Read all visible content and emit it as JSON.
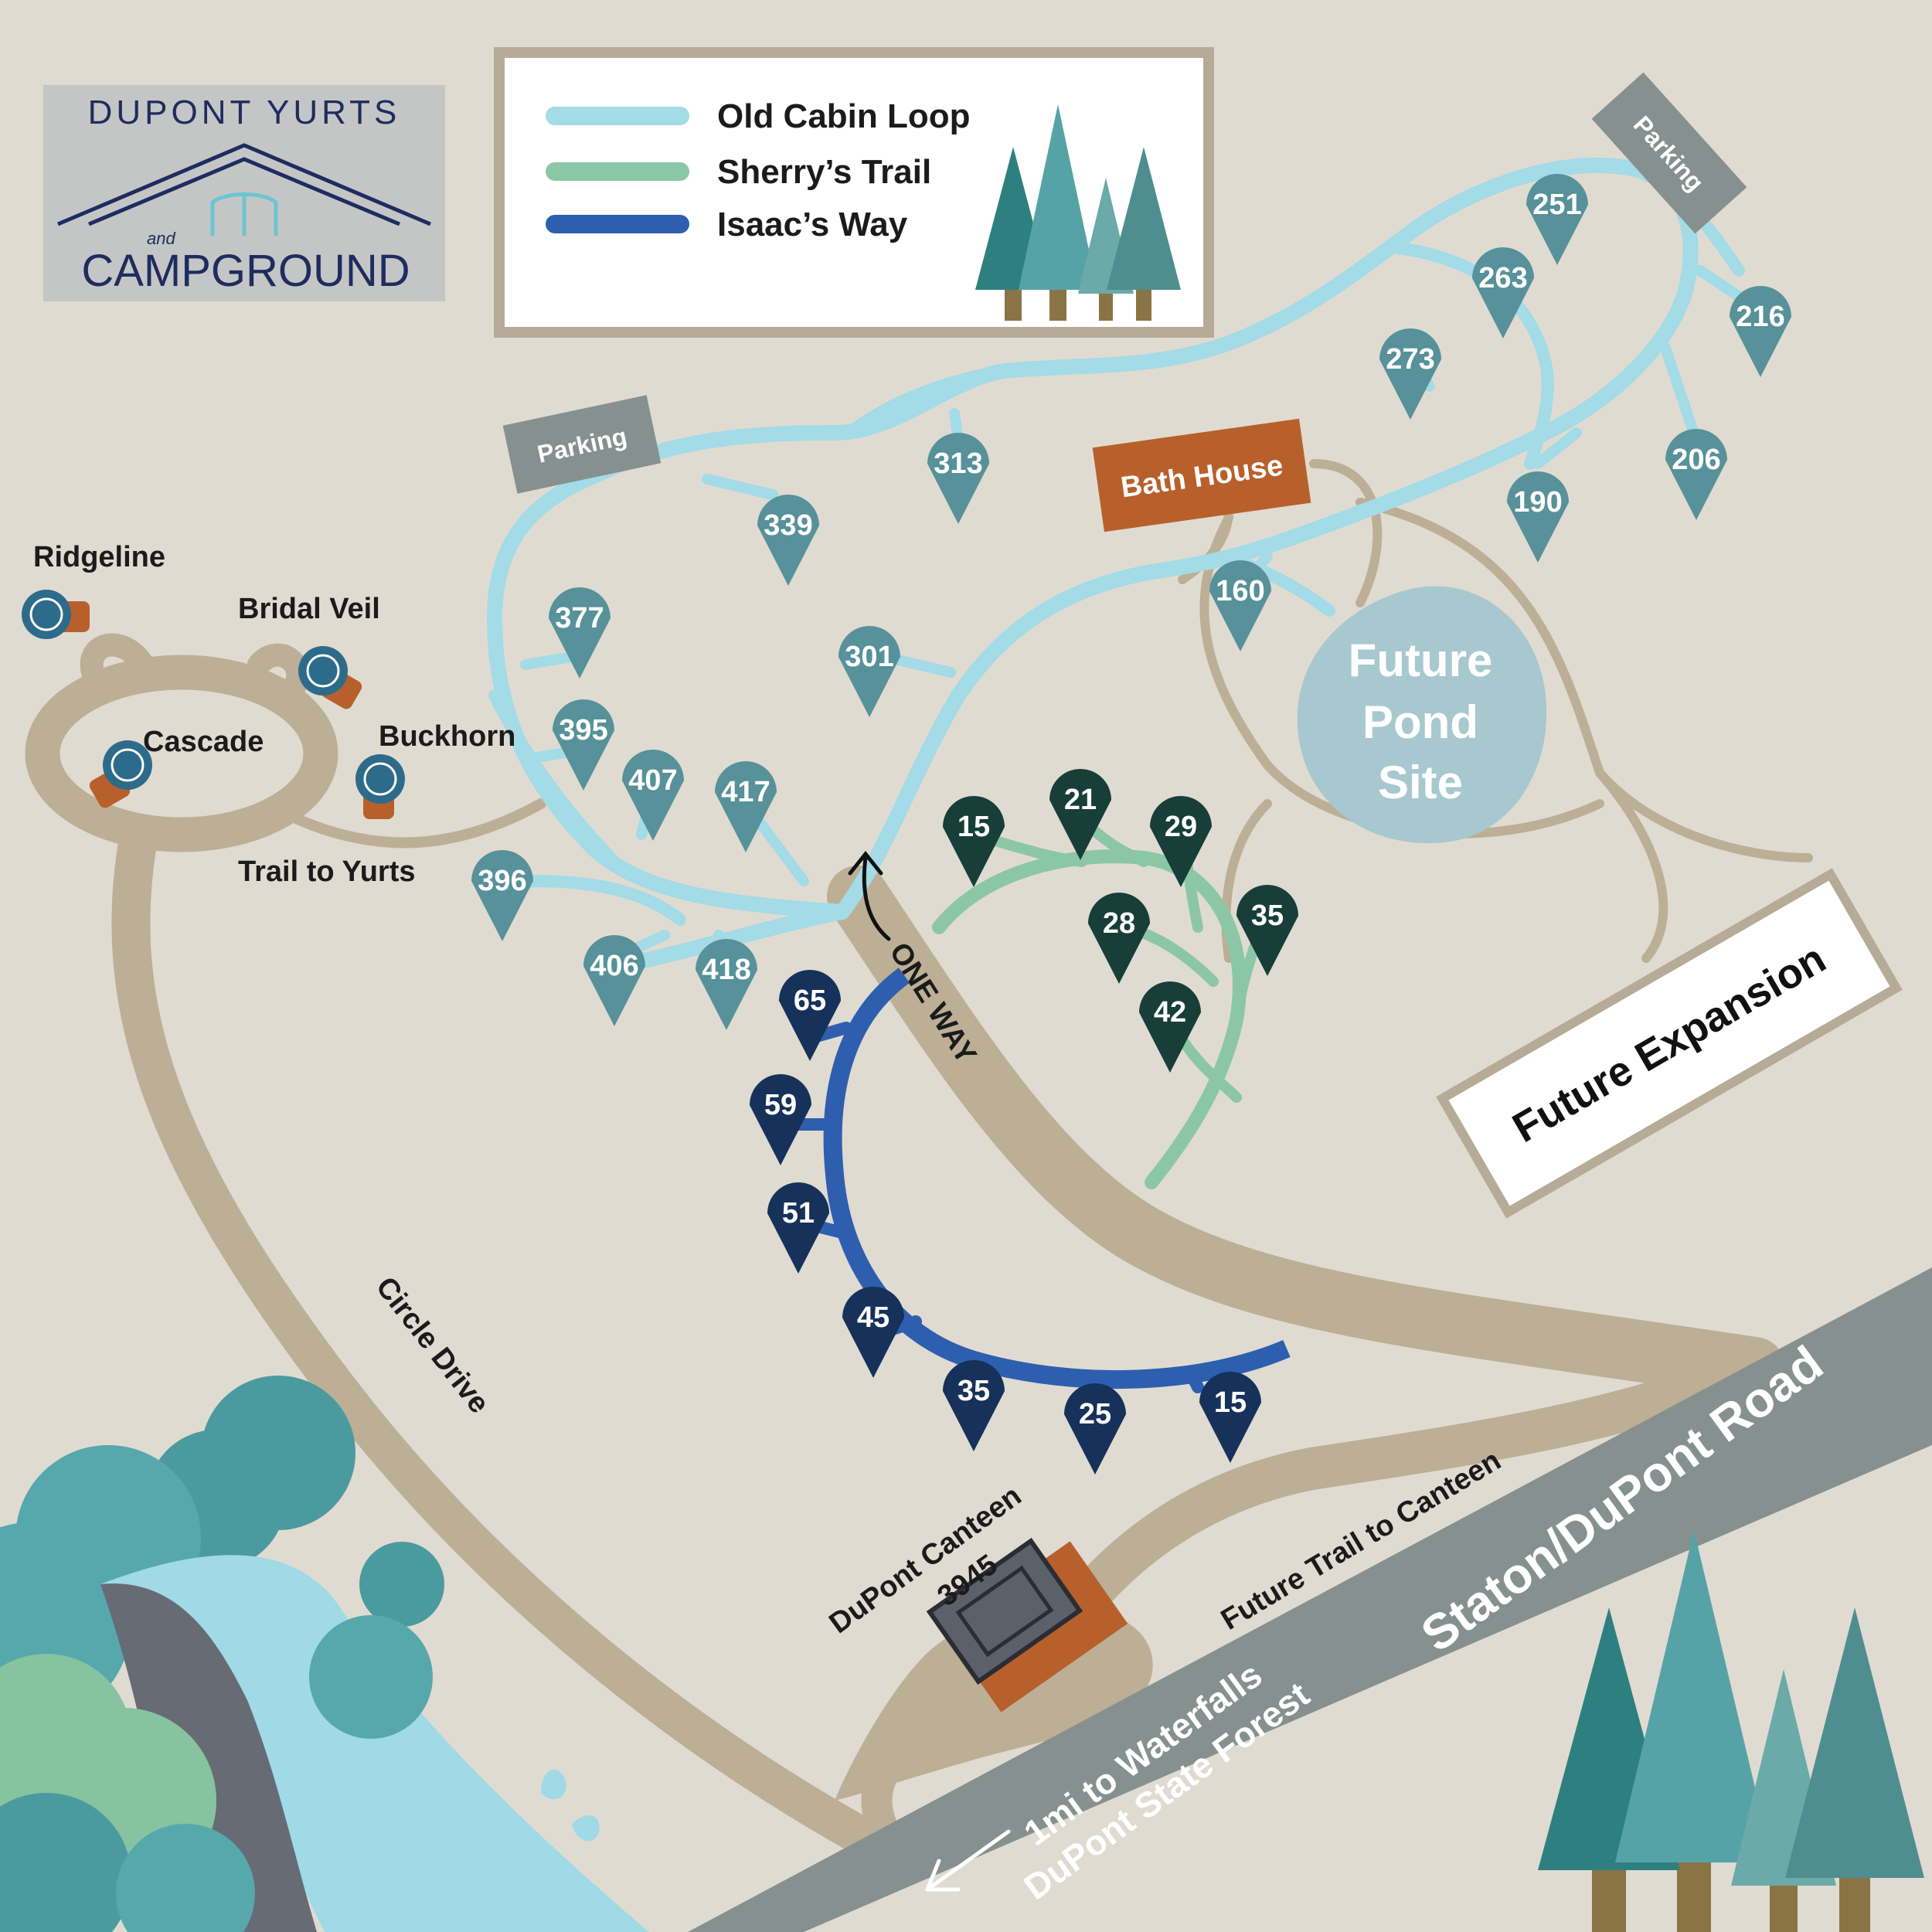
{
  "logo": {
    "title": "DUPONT YURTS",
    "and": "and",
    "subtitle": "CAMPGROUND"
  },
  "legend": {
    "items": [
      {
        "label": "Old Cabin Loop",
        "color": "#a3dbe6"
      },
      {
        "label": "Sherry’s Trail",
        "color": "#8cc7a5"
      },
      {
        "label": "Isaac’s Way",
        "color": "#2e5eae"
      }
    ]
  },
  "colors": {
    "background": "#e0dbd1",
    "road": "#bcaf96",
    "highway": "#86918f",
    "old_cabin_pin": "#57919a",
    "sherry_pin": "#173e38",
    "isaac_pin": "#16315a",
    "bath_house": "#b8602c",
    "parking": "#86918f",
    "pond": "#a7c8cf",
    "yurt": "#2d6b8a"
  },
  "labels": {
    "parking_west": "Parking",
    "parking_east": "Parking",
    "bath_house": "Bath House",
    "pond": [
      "Future",
      "Pond",
      "Site"
    ],
    "future_expansion": "Future Expansion",
    "one_way": "ONE WAY",
    "circle_drive": "Circle Drive",
    "trail_to_yurts": "Trail to Yurts",
    "canteen_name": "DuPont Canteen",
    "canteen_number": "3945",
    "future_trail": "Future Trail to Canteen",
    "road_name": "Staton/DuPont Road",
    "waterfalls": "1mi to Waterfalls",
    "forest": "DuPont State Forest"
  },
  "yurts": [
    "Ridgeline",
    "Bridal Veil",
    "Cascade",
    "Buckhorn"
  ],
  "sites": {
    "old_cabin_loop": [
      "251",
      "263",
      "216",
      "273",
      "206",
      "190",
      "313",
      "339",
      "160",
      "377",
      "301",
      "395",
      "407",
      "417",
      "396",
      "406",
      "418"
    ],
    "sherrys_trail": [
      "15",
      "21",
      "29",
      "28",
      "35",
      "42"
    ],
    "isaacs_way": [
      "65",
      "59",
      "51",
      "45",
      "35",
      "25",
      "15"
    ]
  }
}
